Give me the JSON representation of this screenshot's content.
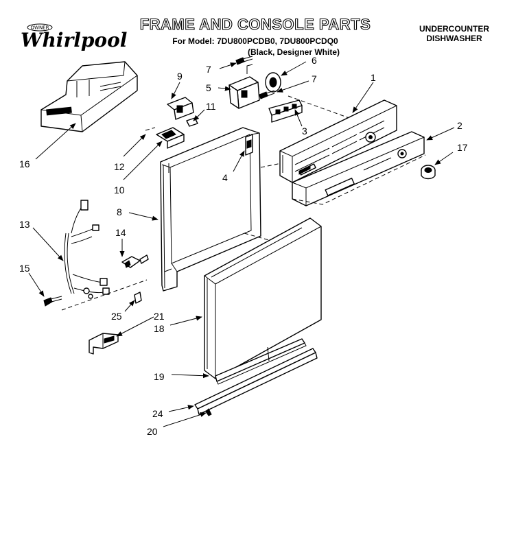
{
  "brand": {
    "badge": "OWNER",
    "name": "Whirlpool"
  },
  "header": {
    "title": "FRAME AND CONSOLE PARTS",
    "model_line": "For Model: 7DU800PCDB0, 7DU800PCDQ0",
    "variant_line": "(Black, Designer White)",
    "product_type_line1": "UNDERCOUNTER",
    "product_type_line2": "DISHWASHER"
  },
  "callouts": [
    {
      "id": "c1",
      "label": "1"
    },
    {
      "id": "c2",
      "label": "2"
    },
    {
      "id": "c3",
      "label": "3"
    },
    {
      "id": "c4",
      "label": "4"
    },
    {
      "id": "c5",
      "label": "5"
    },
    {
      "id": "c6",
      "label": "6"
    },
    {
      "id": "c7a",
      "label": "7"
    },
    {
      "id": "c7b",
      "label": "7"
    },
    {
      "id": "c8",
      "label": "8"
    },
    {
      "id": "c9",
      "label": "9"
    },
    {
      "id": "c10",
      "label": "10"
    },
    {
      "id": "c11",
      "label": "11"
    },
    {
      "id": "c12",
      "label": "12"
    },
    {
      "id": "c13",
      "label": "13"
    },
    {
      "id": "c14",
      "label": "14"
    },
    {
      "id": "c15",
      "label": "15"
    },
    {
      "id": "c16",
      "label": "16"
    },
    {
      "id": "c17",
      "label": "17"
    },
    {
      "id": "c18",
      "label": "18"
    },
    {
      "id": "c19",
      "label": "19"
    },
    {
      "id": "c20",
      "label": "20"
    },
    {
      "id": "c21",
      "label": "21"
    },
    {
      "id": "c24",
      "label": "24"
    },
    {
      "id": "c25",
      "label": "25"
    }
  ]
}
